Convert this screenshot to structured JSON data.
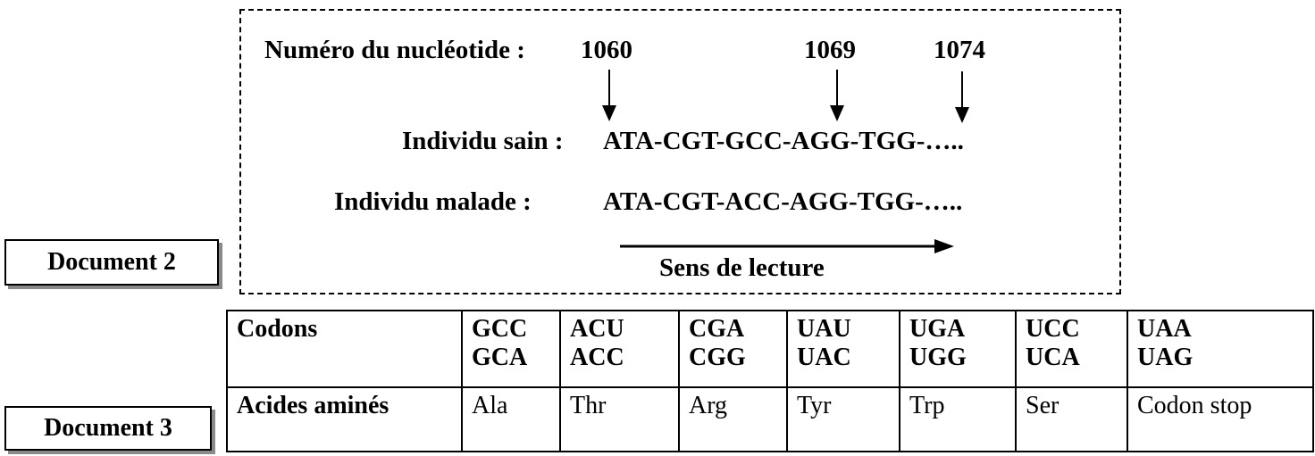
{
  "document2": {
    "label": "Document 2",
    "nucleotide_label": "Numéro du nucléotide :",
    "positions": [
      "1060",
      "1069",
      "1074"
    ],
    "healthy_label": "Individu sain :",
    "healthy_sequence": "ATA-CGT-GCC-AGG-TGG-…..",
    "sick_label": "Individu malade :",
    "sick_sequence": "ATA-CGT-ACC-AGG-TGG-…..",
    "reading_direction": "Sens de lecture"
  },
  "document3": {
    "label": "Document 3",
    "row_headers": [
      "Codons",
      "Acides aminés"
    ],
    "columns": [
      {
        "codons": [
          "GCC",
          "GCA"
        ],
        "amino_acid": "Ala"
      },
      {
        "codons": [
          "ACU",
          "ACC"
        ],
        "amino_acid": "Thr"
      },
      {
        "codons": [
          "CGA",
          "CGG"
        ],
        "amino_acid": "Arg"
      },
      {
        "codons": [
          "UAU",
          "UAC"
        ],
        "amino_acid": "Tyr"
      },
      {
        "codons": [
          "UGA",
          "UGG"
        ],
        "amino_acid": "Trp"
      },
      {
        "codons": [
          "UCC",
          "UCA"
        ],
        "amino_acid": "Ser"
      },
      {
        "codons": [
          "UAA",
          "UAG"
        ],
        "amino_acid": "Codon stop"
      }
    ]
  }
}
